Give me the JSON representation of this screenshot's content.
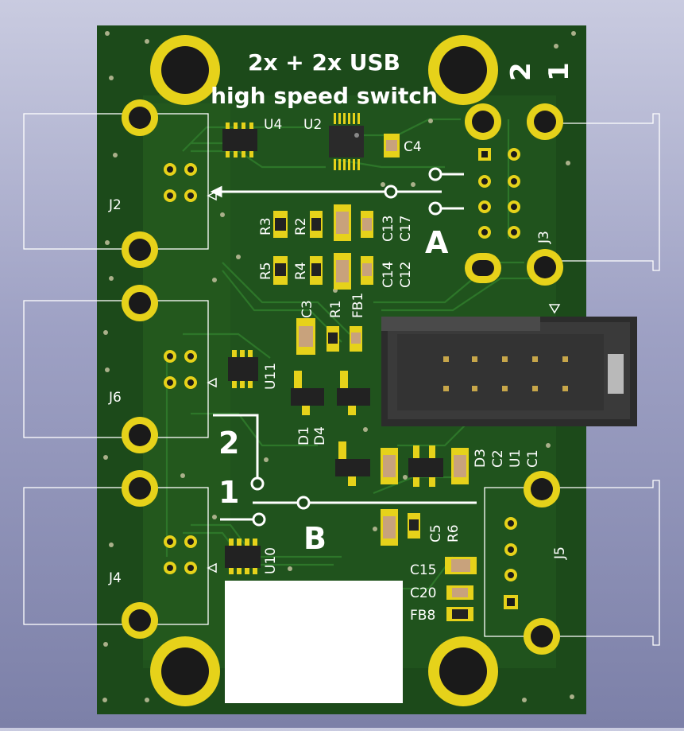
{
  "title_line1": "2x + 2x USB",
  "title_line2": "high speed switch",
  "colors": {
    "board": "#1c4a1a",
    "copper_fill": "#2a6426",
    "silkscreen": "#ffffff",
    "pad_gold": "#e6d21a",
    "hole": "#1a1a1a",
    "background_top": "#c9cbe0",
    "background_bottom": "#7c80a8"
  },
  "labels": {
    "u4": "U4",
    "u2": "U2",
    "c4": "C4",
    "j2": "J2",
    "j3": "J3",
    "j4": "J4",
    "j5": "J5",
    "j6": "J6",
    "r3": "R3",
    "r2": "R2",
    "r5": "R5",
    "r4": "R4",
    "c13": "C13",
    "c17": "C17",
    "c14": "C14",
    "c12": "C12",
    "c3": "C3",
    "r1": "R1",
    "fb1": "FB1",
    "u11": "U11",
    "u10": "U10",
    "d1": "D1",
    "d4": "D4",
    "d3": "D3",
    "c2": "C2",
    "u1": "U1",
    "c1": "C1",
    "c5": "C5",
    "r6": "R6",
    "c15": "C15",
    "c20": "C20",
    "fb8": "FB8",
    "port_1": "1",
    "port_2": "2",
    "group_a": "A",
    "group_b": "B",
    "sw_1": "1",
    "sw_2": "2"
  }
}
